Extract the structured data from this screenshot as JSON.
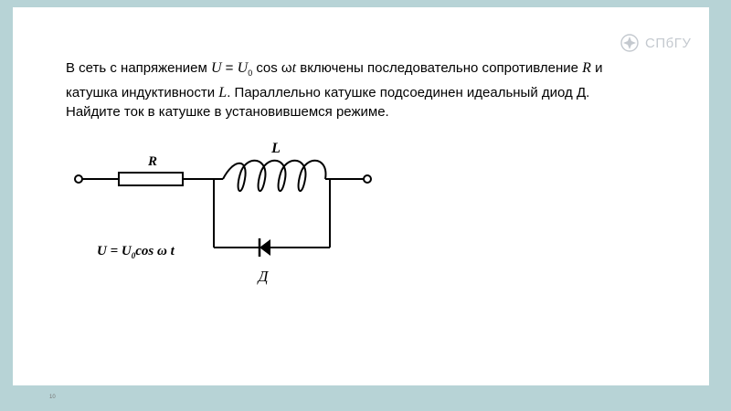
{
  "brand": {
    "logo_text": "СПбГУ",
    "logo_icon": "spbu-crest-icon"
  },
  "problem": {
    "t1": "В сеть с напряжением ",
    "u": "U",
    "eq": " = ",
    "u0": "U",
    "u0_sub": "0",
    "cos": " cos ",
    "omega": "ω",
    "t": "t",
    "t2": " включены последовательно сопротивление ",
    "r": "R",
    "t3": " и",
    "line2": "катушка индуктивности ",
    "l": "L",
    "line2b": ". Параллельно катушке подсоединен идеальный диод Д.",
    "line3": "Найдите ток в катушке в установившемся режиме."
  },
  "diagram": {
    "resistor_label": "R",
    "inductor_label": "L",
    "diode_label": "Д",
    "formula_u": "U",
    "formula_eq": " = ",
    "formula_u0": "U",
    "formula_sub": "0",
    "formula_rest": "cos ω t"
  },
  "footer": {
    "page_number": "10"
  },
  "colors": {
    "frame": "#b7d3d6",
    "logo": "#c4c9cf",
    "line": "#000000"
  }
}
